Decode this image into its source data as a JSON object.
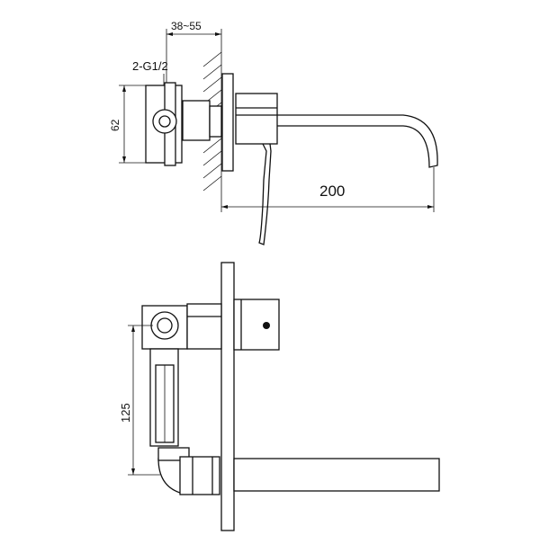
{
  "dimensions": {
    "top_range": "38~55",
    "thread": "2-G1/2",
    "height_top": "62",
    "spout_length": "200",
    "height_bottom": "125"
  },
  "colors": {
    "line": "#111111",
    "background": "#ffffff"
  }
}
